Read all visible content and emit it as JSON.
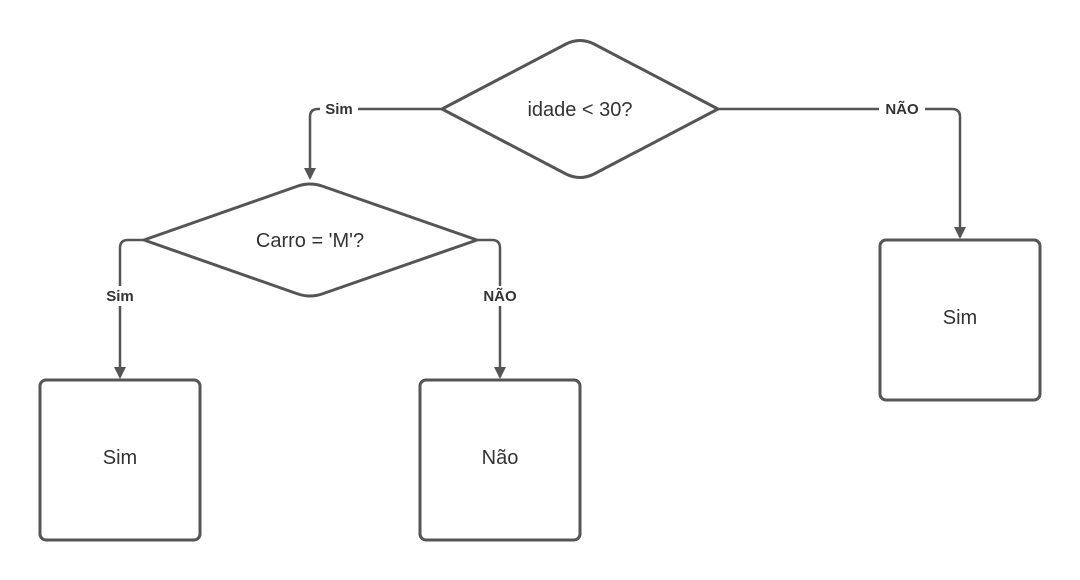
{
  "diagram": {
    "type": "flowchart",
    "colors": {
      "stroke": "#555555",
      "text": "#333333",
      "background": "#ffffff"
    },
    "nodes": {
      "decision_age": {
        "shape": "diamond",
        "label": "idade < 30?"
      },
      "decision_car": {
        "shape": "diamond",
        "label": "Carro = 'M'?"
      },
      "result_left": {
        "shape": "rectangle",
        "label": "Sim"
      },
      "result_middle": {
        "shape": "rectangle",
        "label": "Não"
      },
      "result_right": {
        "shape": "rectangle",
        "label": "Sim"
      }
    },
    "edges": {
      "age_yes": {
        "from": "decision_age",
        "to": "decision_car",
        "label": "Sim"
      },
      "age_no": {
        "from": "decision_age",
        "to": "result_right",
        "label": "NÃO"
      },
      "car_yes": {
        "from": "decision_car",
        "to": "result_left",
        "label": "Sim"
      },
      "car_no": {
        "from": "decision_car",
        "to": "result_middle",
        "label": "NÃO"
      }
    }
  }
}
